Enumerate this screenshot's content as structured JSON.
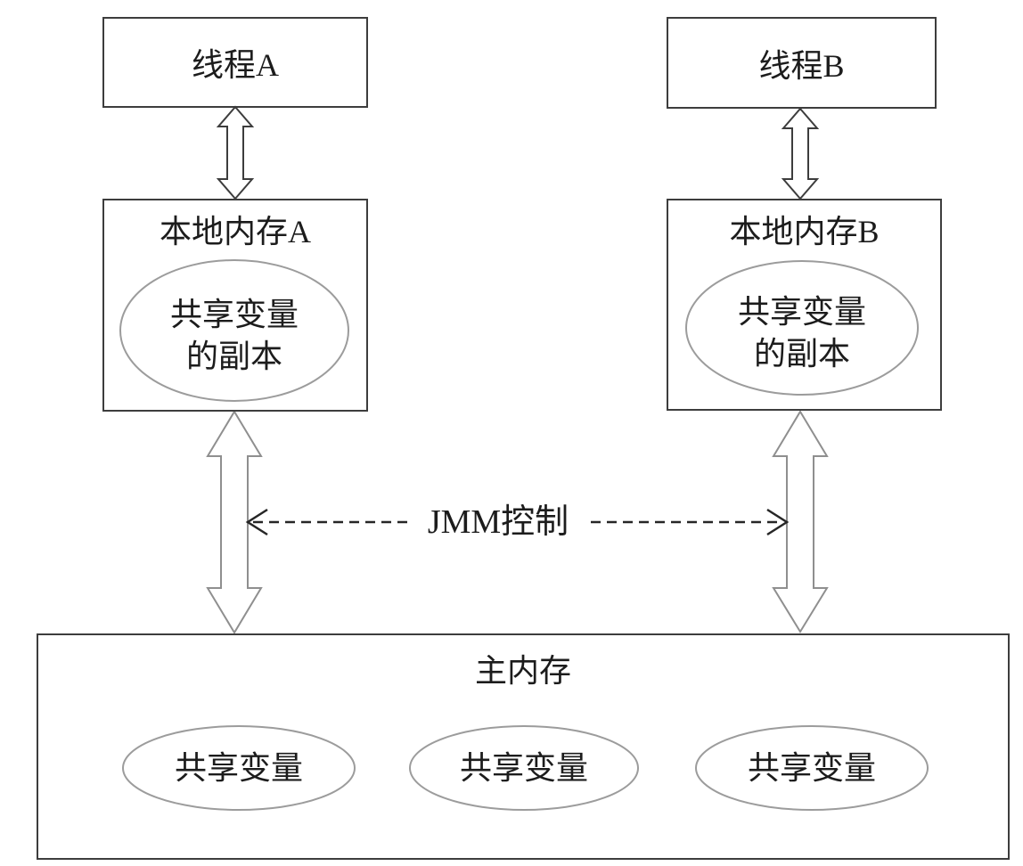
{
  "threads": [
    {
      "label": "线程A"
    },
    {
      "label": "线程B"
    }
  ],
  "local_memories": [
    {
      "title": "本地内存A",
      "copy_line1": "共享变量",
      "copy_line2": "的副本"
    },
    {
      "title": "本地内存B",
      "copy_line1": "共享变量",
      "copy_line2": "的副本"
    }
  ],
  "jmm_control_label": "JMM控制",
  "main_memory": {
    "title": "主内存",
    "variables": [
      "共享变量",
      "共享变量",
      "共享变量"
    ]
  },
  "colors": {
    "background": "#ffffff",
    "box_border": "#3d3d3d",
    "small_arrow_stroke": "#3d3d3d",
    "large_arrow_stroke": "#8f8f8f",
    "ellipse_stroke": "#9c9c9c",
    "dashed_line": "#262626",
    "text": "#1c1c1c"
  }
}
